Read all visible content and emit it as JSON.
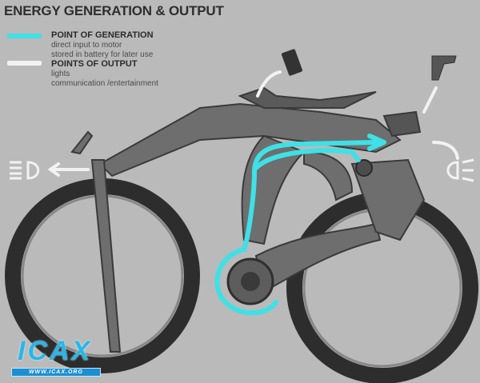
{
  "title": "ENERGY GENERATION & OUTPUT",
  "legend": {
    "generation": {
      "heading": "POINT OF GENERATION",
      "lines": [
        "direct input to motor",
        "stored in battery for later use"
      ],
      "color": "#3fe0e6"
    },
    "output": {
      "heading": "POINTS OF OUTPUT",
      "lines": [
        "lights",
        "communication /entertainment"
      ],
      "color": "#f2f2f2"
    }
  },
  "logo": {
    "word": "ICAX",
    "url_text": "WWW.ICAX.ORG"
  }
}
